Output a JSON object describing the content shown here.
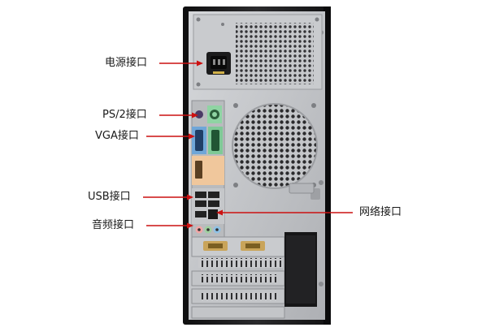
{
  "labels": {
    "power": "电源接口",
    "ps2": "PS/2接口",
    "vga": "VGA接口",
    "usb": "USB接口",
    "audio": "音频接口",
    "network": "网络接口"
  },
  "colors": {
    "arrow": "#cc1111",
    "case_body": "#1f1f21",
    "metal_panel": "#bfc1c4",
    "io_green": "#8fd4a3",
    "io_blue": "#6fa6d8",
    "io_peach": "#f0c79c",
    "card_gold": "#c9a45a"
  },
  "icons": {
    "case": "computer-tower-rear-icon",
    "fan_grille": "fan-grille-icon"
  }
}
